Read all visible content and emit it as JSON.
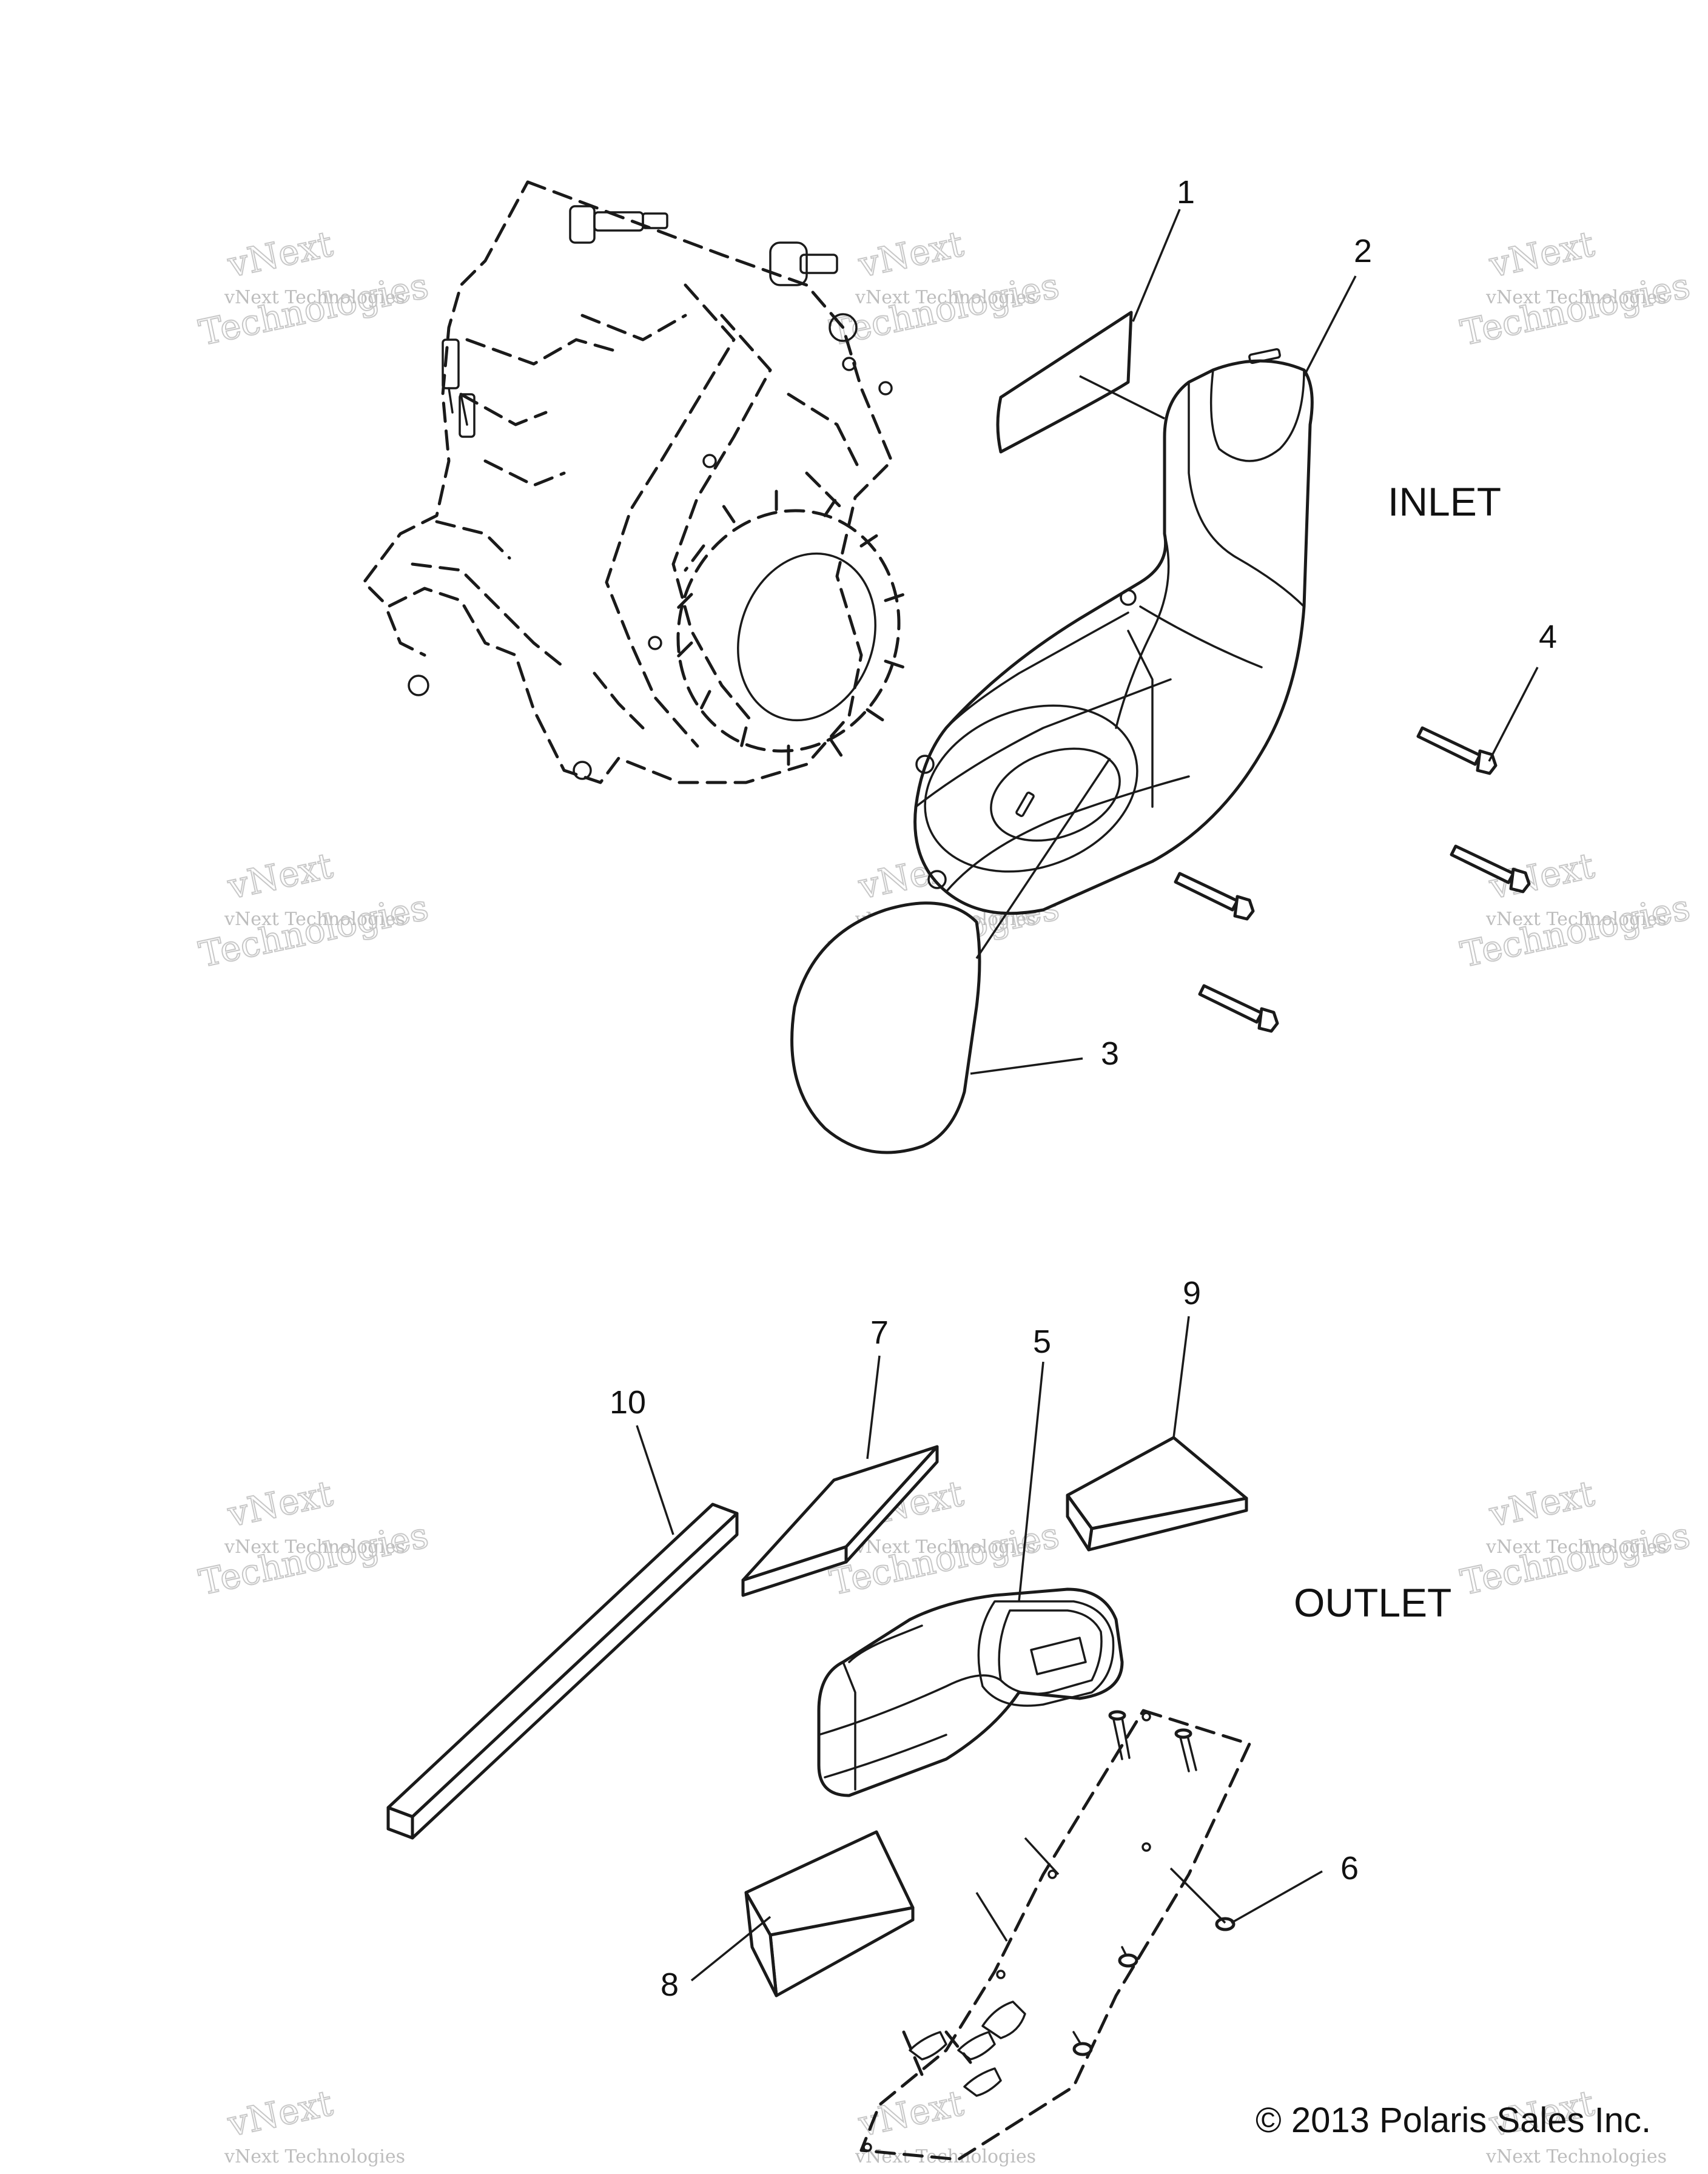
{
  "sections": {
    "inlet": "INLET",
    "outlet": "OUTLET"
  },
  "callouts": [
    {
      "id": "1",
      "text": "1"
    },
    {
      "id": "2",
      "text": "2"
    },
    {
      "id": "3",
      "text": "3"
    },
    {
      "id": "4",
      "text": "4"
    },
    {
      "id": "5",
      "text": "5"
    },
    {
      "id": "6",
      "text": "6"
    },
    {
      "id": "7",
      "text": "7"
    },
    {
      "id": "8",
      "text": "8"
    },
    {
      "id": "9",
      "text": "9"
    },
    {
      "id": "10",
      "text": "10"
    }
  ],
  "watermark": {
    "brand_line": "vNext Technologies",
    "big_top": "vNext",
    "big_bottom": "Technologies"
  },
  "copyright": "© 2013 Polaris Sales Inc."
}
